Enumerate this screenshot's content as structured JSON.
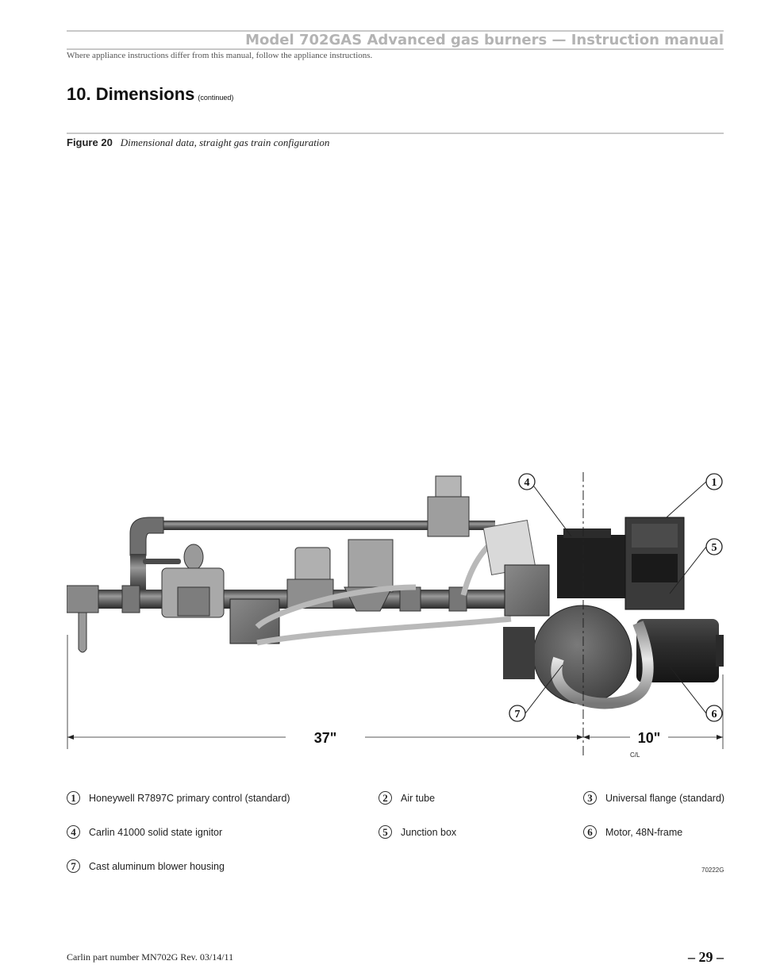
{
  "header": {
    "title": "Model 702GAS Advanced gas burners — Instruction manual",
    "subtitle": "Where appliance instructions differ from this manual, follow the appliance instructions."
  },
  "section": {
    "title": "10.  Dimensions",
    "continued": "(continued)"
  },
  "figure": {
    "number": "Figure 20",
    "caption": "Dimensional data, straight gas train configuration",
    "dimensions": {
      "left": "37\"",
      "right": "10\"",
      "centerline": "C/L"
    },
    "callouts": [
      "4",
      "1",
      "5",
      "7",
      "6"
    ],
    "drawing_code": "70222G"
  },
  "legend": [
    {
      "num": "1",
      "label": "Honeywell R7897C primary control (standard)"
    },
    {
      "num": "2",
      "label": "Air tube"
    },
    {
      "num": "3",
      "label": "Universal flange (standard)"
    },
    {
      "num": "4",
      "label": "Carlin 41000 solid state ignitor"
    },
    {
      "num": "5",
      "label": "Junction box"
    },
    {
      "num": "6",
      "label": "Motor, 48N-frame"
    },
    {
      "num": "7",
      "label": "Cast aluminum blower housing"
    }
  ],
  "footer": {
    "part_number": "Carlin part number MN702G Rev. 03/14/11",
    "page": "– 29 –"
  }
}
